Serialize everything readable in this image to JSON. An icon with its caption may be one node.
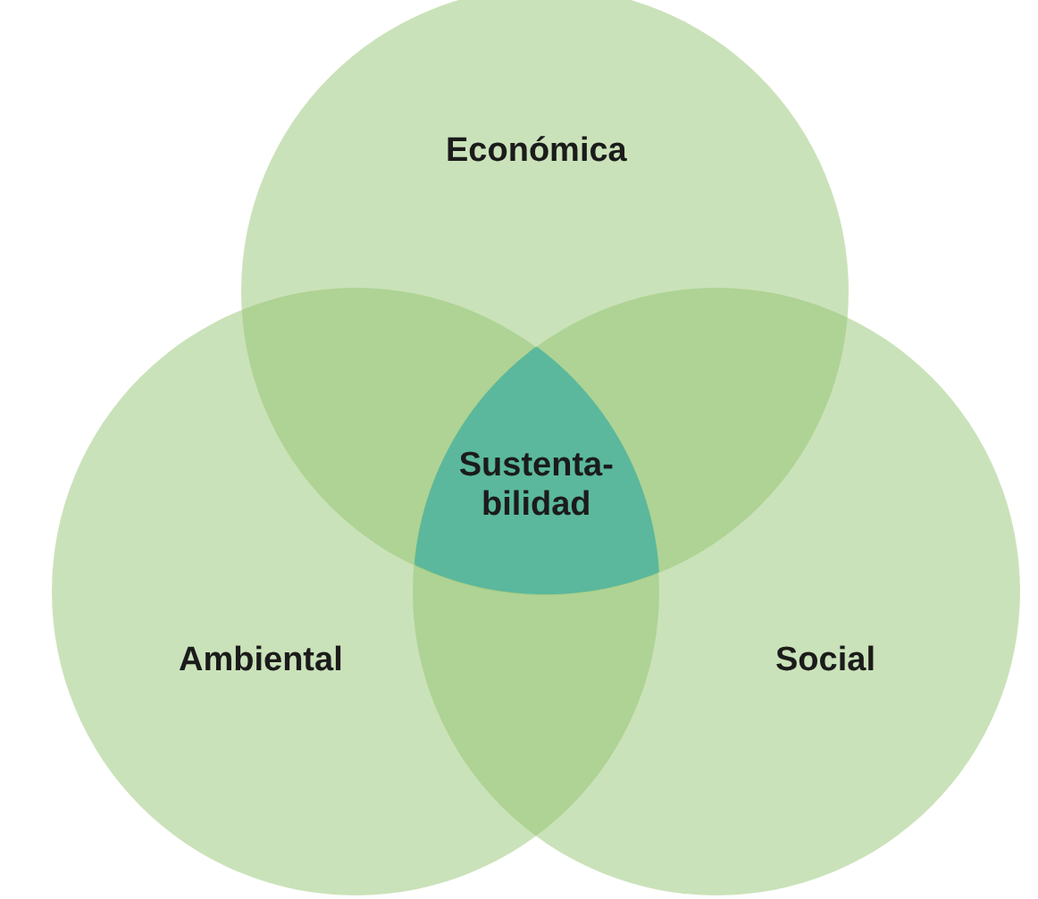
{
  "diagram": {
    "nodes": [
      {
        "text": [
          "Económica"
        ]
      },
      {
        "text": [
          "Ambiental"
        ]
      },
      {
        "text": [
          "Social"
        ]
      },
      {
        "text": [
          "Sustenta- bilidad"
        ]
      }
    ]
  }
}
